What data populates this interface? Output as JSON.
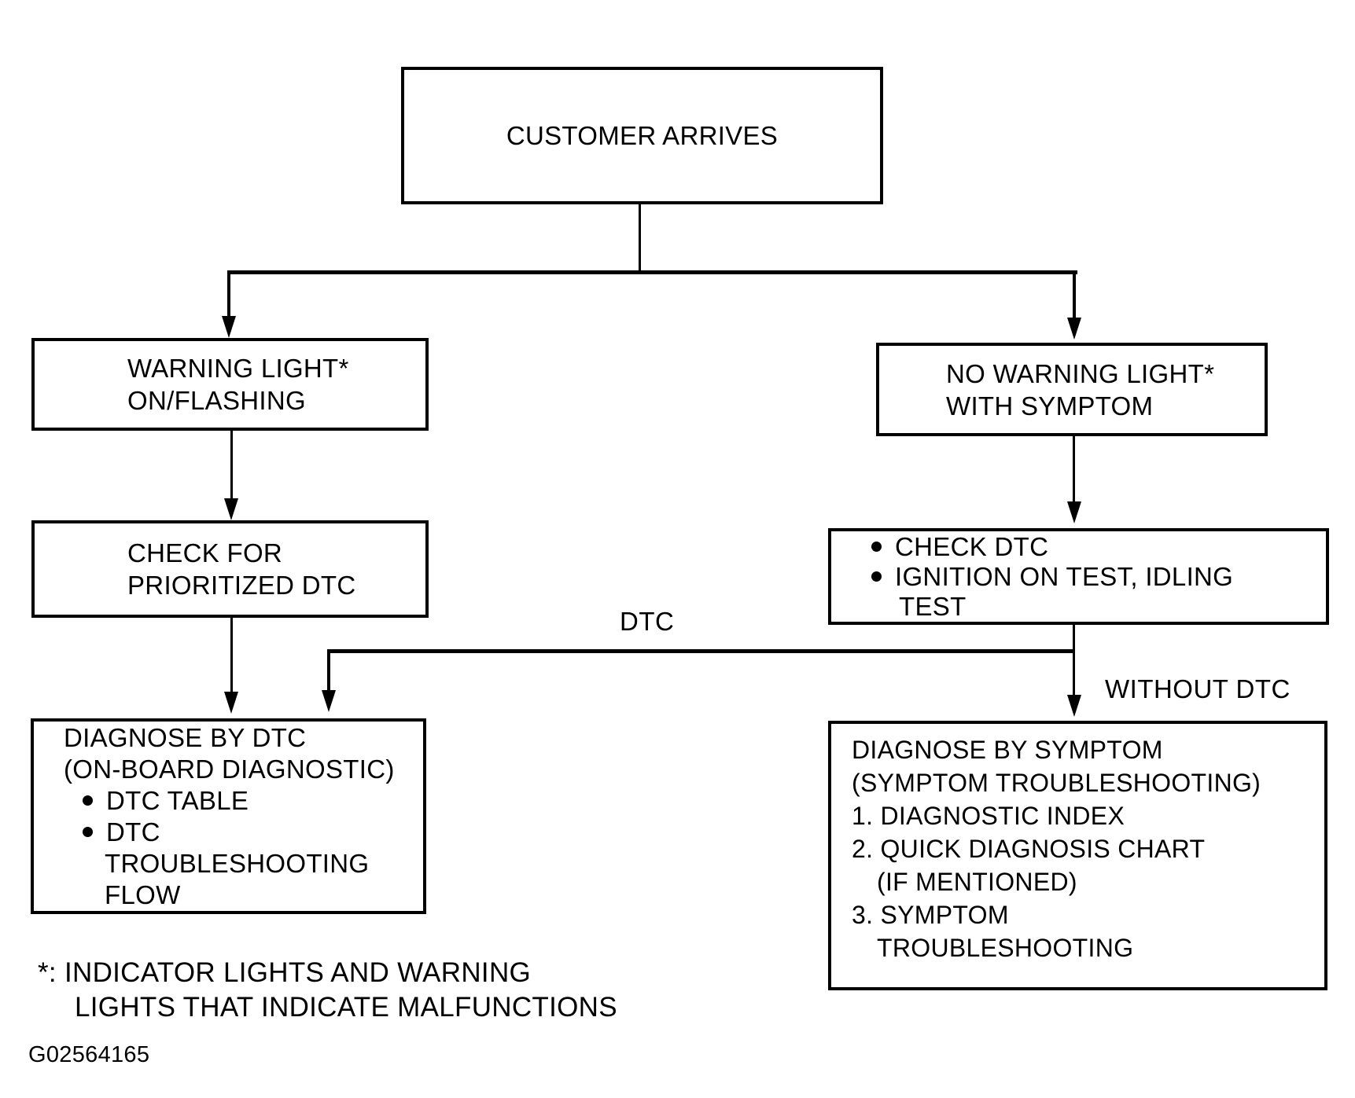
{
  "diagram": {
    "type": "flowchart",
    "nodes": {
      "customer_arrives": {
        "line1": "CUSTOMER ARRIVES"
      },
      "warning_light": {
        "line1": "WARNING LIGHT*",
        "line2": "ON/FLASHING"
      },
      "check_prioritized_dtc": {
        "line1": "CHECK FOR",
        "line2": "PRIORITIZED DTC"
      },
      "no_warning_light": {
        "line1": "NO WARNING LIGHT*",
        "line2": "WITH SYMPTOM"
      },
      "check_dtc_tests": {
        "bullet1": "CHECK DTC",
        "bullet2_line1": "IGNITION ON TEST, IDLING",
        "bullet2_line2": "TEST"
      },
      "diagnose_by_dtc": {
        "title": "DIAGNOSE BY DTC",
        "subtitle": "(ON-BOARD DIAGNOSTIC)",
        "bullet1": "DTC TABLE",
        "bullet2_line1": "DTC",
        "bullet2_line2": "TROUBLESHOOTING",
        "bullet2_line3": "FLOW"
      },
      "diagnose_by_symptom": {
        "title": "DIAGNOSE BY SYMPTOM",
        "subtitle": "(SYMPTOM TROUBLESHOOTING)",
        "item1": "1. DIAGNOSTIC INDEX",
        "item2_line1": "2. QUICK DIAGNOSIS CHART",
        "item2_line2": "(IF MENTIONED)",
        "item3_line1": "3. SYMPTOM",
        "item3_line2": "TROUBLESHOOTING"
      }
    },
    "edge_labels": {
      "dtc": "DTC",
      "without_dtc": "WITHOUT DTC"
    },
    "footnote": {
      "line1": "*: INDICATOR LIGHTS AND WARNING",
      "line2": "LIGHTS THAT INDICATE MALFUNCTIONS"
    },
    "figure_id": "G02564165",
    "colors": {
      "ink": "#000000",
      "paper": "#ffffff"
    }
  }
}
